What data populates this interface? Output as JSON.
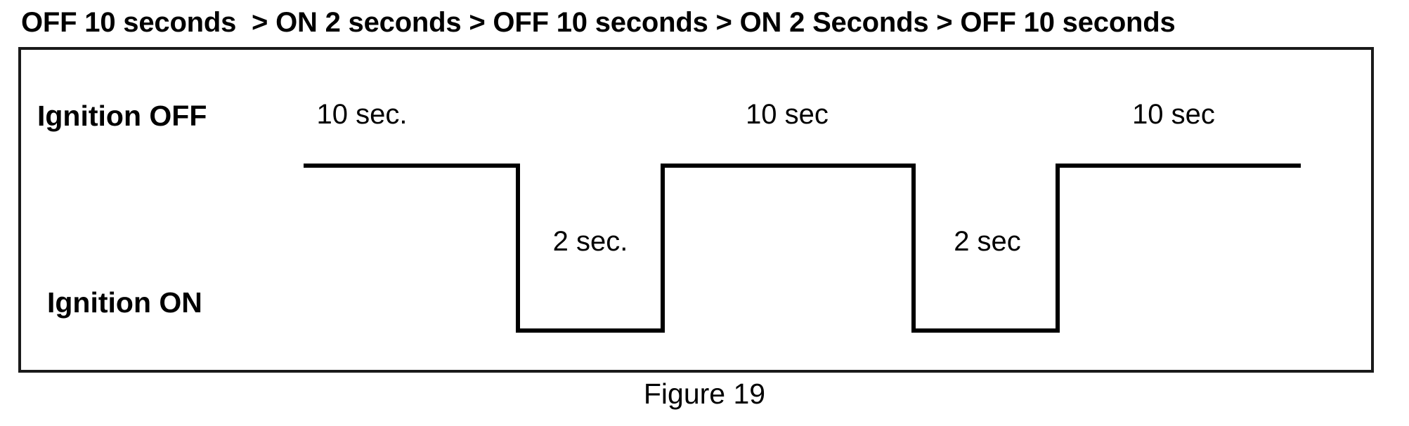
{
  "figure": {
    "sequence_title": "OFF 10 seconds  > ON 2 seconds > OFF 10 seconds > ON 2 Seconds > OFF 10 seconds",
    "caption": "Figure 19",
    "row_labels": {
      "high": "Ignition OFF",
      "low": "Ignition ON"
    },
    "duration_labels": {
      "off_1": "10 sec.",
      "on_1": "2 sec.",
      "off_2": "10 sec",
      "on_2": "2 sec",
      "off_3": "10 sec"
    },
    "colors": {
      "ink": "#000000",
      "frame": "#1a1a1a",
      "background": "#ffffff"
    }
  },
  "chart_data": {
    "type": "line",
    "title": "OFF 10 seconds  > ON 2 seconds > OFF 10 seconds > ON 2 Seconds > OFF 10 seconds",
    "subtitle": "Figure 19",
    "xlabel": "",
    "ylabel": "",
    "grid": false,
    "legend_position": "none",
    "states": [
      "Ignition OFF",
      "Ignition ON"
    ],
    "state_levels": {
      "Ignition OFF": 1,
      "Ignition ON": 0
    },
    "x": [
      0,
      10,
      10,
      12,
      12,
      22,
      22,
      24,
      24,
      34
    ],
    "values": [
      1,
      1,
      0,
      0,
      1,
      1,
      0,
      0,
      1,
      1
    ],
    "xlim": [
      0,
      34
    ],
    "ylim": [
      0,
      1
    ],
    "segments": [
      {
        "state": "Ignition OFF",
        "label": "10 sec.",
        "duration_seconds": 10,
        "start_seconds": 0,
        "end_seconds": 10
      },
      {
        "state": "Ignition ON",
        "label": "2 sec.",
        "duration_seconds": 2,
        "start_seconds": 10,
        "end_seconds": 12
      },
      {
        "state": "Ignition OFF",
        "label": "10 sec",
        "duration_seconds": 10,
        "start_seconds": 12,
        "end_seconds": 22
      },
      {
        "state": "Ignition ON",
        "label": "2 sec",
        "duration_seconds": 2,
        "start_seconds": 22,
        "end_seconds": 24
      },
      {
        "state": "Ignition OFF",
        "label": "10 sec",
        "duration_seconds": 10,
        "start_seconds": 24,
        "end_seconds": 34
      }
    ]
  }
}
